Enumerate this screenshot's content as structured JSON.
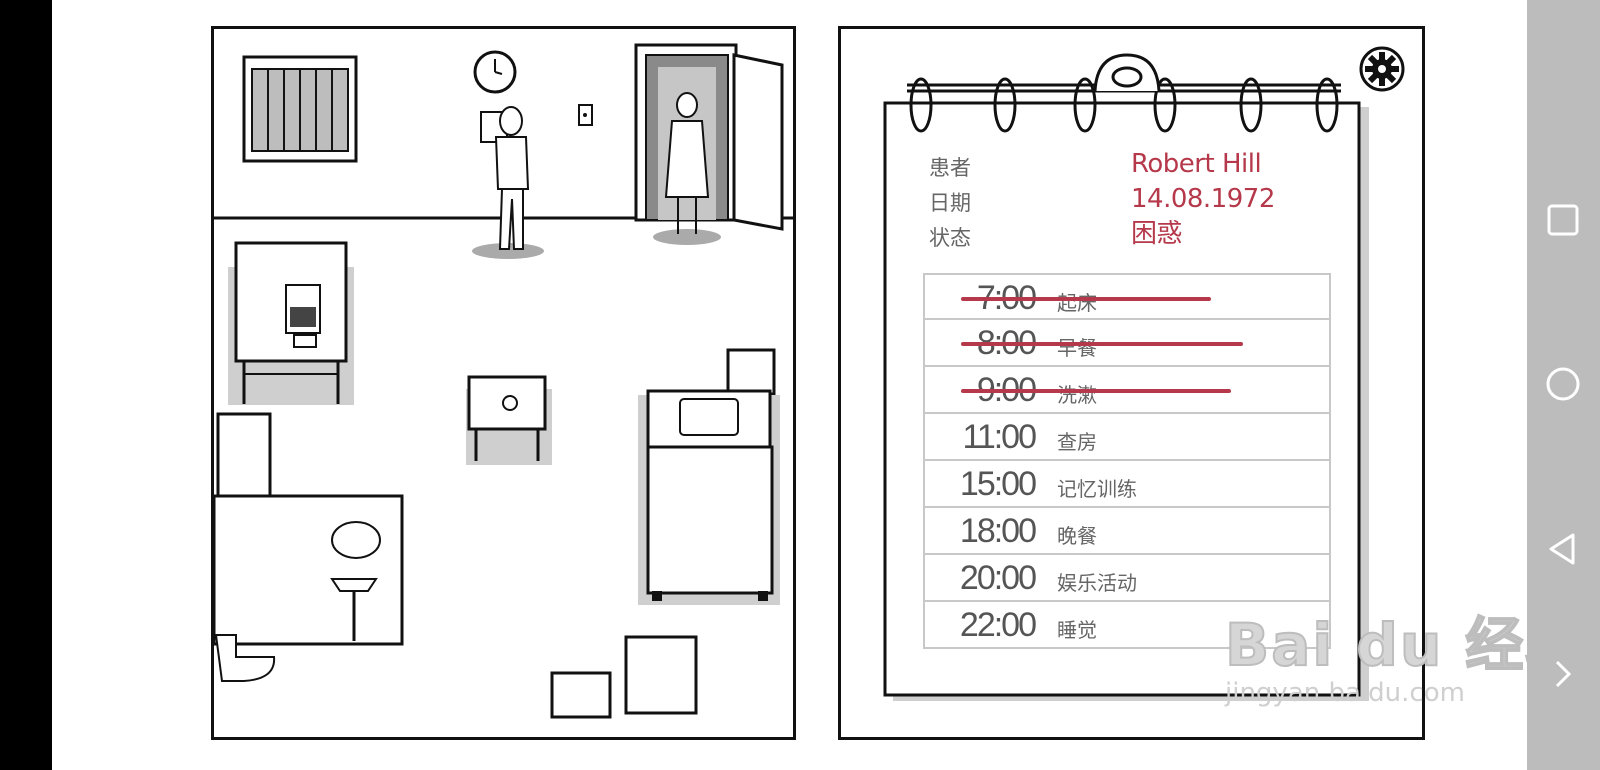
{
  "patient": {
    "fields": [
      {
        "label": "患者",
        "value": "Robert Hill"
      },
      {
        "label": "日期",
        "value": "14.08.1972"
      },
      {
        "label": "状态",
        "value": "困惑"
      }
    ]
  },
  "schedule": [
    {
      "time": "7:00",
      "task": "起床",
      "done": true
    },
    {
      "time": "8:00",
      "task": "早餐",
      "done": true
    },
    {
      "time": "9:00",
      "task": "洗漱",
      "done": true
    },
    {
      "time": "11:00",
      "task": "查房",
      "done": false
    },
    {
      "time": "15:00",
      "task": "记忆训练",
      "done": false
    },
    {
      "time": "18:00",
      "task": "晚餐",
      "done": false
    },
    {
      "time": "20:00",
      "task": "娱乐活动",
      "done": false
    },
    {
      "time": "22:00",
      "task": "睡觉",
      "done": false
    }
  ],
  "icons": {
    "settings": "gear-icon",
    "nav_recents": "square-icon",
    "nav_home": "circle-icon",
    "nav_back": "triangle-icon",
    "nav_more": "chevron-right-icon"
  },
  "colors": {
    "ink": "#111111",
    "accent_red": "#b5394a",
    "muted": "#666666"
  },
  "watermark": {
    "logo": "Bai du 经验",
    "url": "jingyan.baidu.com"
  }
}
